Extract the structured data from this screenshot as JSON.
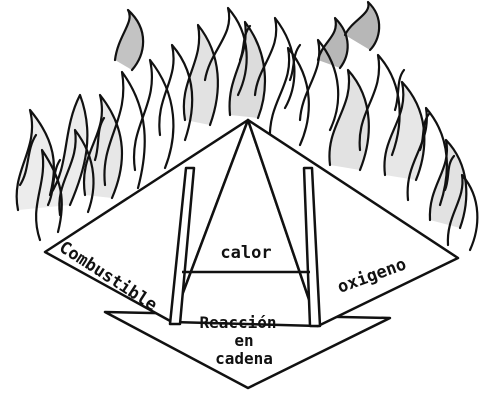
{
  "faces": {
    "left": "Combustible",
    "center": "calor",
    "right": "oxigeno",
    "base_line1": "Reacción",
    "base_line2": "en",
    "base_line3": "cadena"
  },
  "icons": [
    "flames-icon"
  ],
  "colors": {
    "ink": "#111111",
    "background": "#ffffff"
  }
}
